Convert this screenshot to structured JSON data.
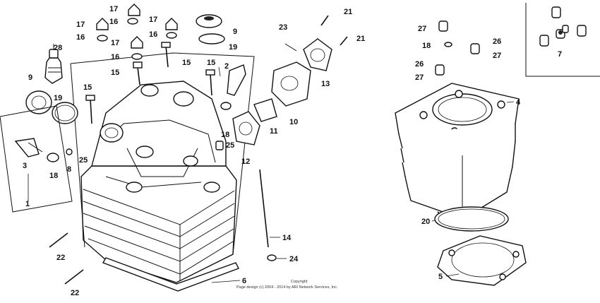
{
  "labels": {
    "l1": "1",
    "l2": "2",
    "l3": "3",
    "l4": "4",
    "l5": "5",
    "l6": "6",
    "l7": "7",
    "l8": "8",
    "l9a": "9",
    "l9b": "9",
    "l10": "10",
    "l11": "11",
    "l12": "12",
    "l13": "13",
    "l14": "14",
    "l15a": "15",
    "l15b": "15",
    "l15c": "15",
    "l15d": "15",
    "l16a": "16",
    "l16b": "16",
    "l16c": "16",
    "l16d": "16",
    "l17a": "17",
    "l17b": "17",
    "l17c": "17",
    "l17d": "17",
    "l18a": "18",
    "l18b": "18",
    "l18c": "18",
    "l19a": "19",
    "l19b": "19",
    "l20": "20",
    "l21a": "21",
    "l21b": "21",
    "l22a": "22",
    "l22b": "22",
    "l23": "23",
    "l24": "24",
    "l25a": "25",
    "l25b": "25",
    "l26a": "26",
    "l26b": "26",
    "l27a": "27",
    "l27b": "27",
    "l27c": "27",
    "l28": "28"
  },
  "copyright": {
    "line1": "Copyright",
    "line2": "Page design (c) 2004 - 2014 by ARI Network Services, Inc."
  }
}
